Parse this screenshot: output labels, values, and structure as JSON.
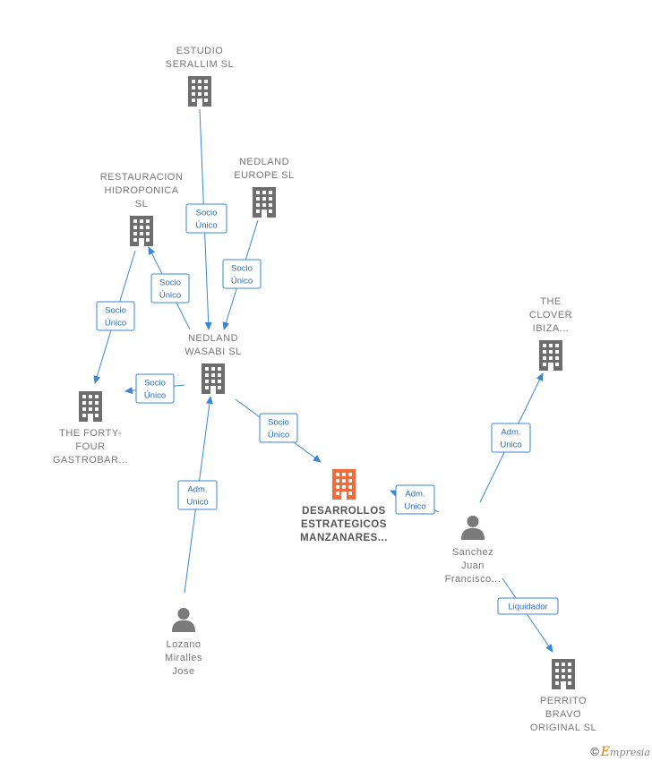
{
  "nodes": [
    {
      "id": "estudio",
      "kind": "company",
      "lines": [
        "ESTUDIO",
        "SERALLIM SL"
      ],
      "main": false
    },
    {
      "id": "restauracion",
      "kind": "company",
      "lines": [
        "RESTAURACION",
        "HIDROPONICA",
        "SL"
      ],
      "main": false
    },
    {
      "id": "nedland_europe",
      "kind": "company",
      "lines": [
        "NEDLAND",
        "EUROPE  SL"
      ],
      "main": false
    },
    {
      "id": "nedland_wasabi",
      "kind": "company",
      "lines": [
        "NEDLAND",
        "WASABI  SL"
      ],
      "main": false
    },
    {
      "id": "forty_four",
      "kind": "company",
      "lines": [
        "THE FORTY-",
        "FOUR",
        "GASTROBAR..."
      ],
      "main": false
    },
    {
      "id": "desarrollos",
      "kind": "company",
      "lines": [
        "DESARROLLOS",
        "ESTRATEGICOS",
        "MANZANARES..."
      ],
      "main": true
    },
    {
      "id": "clover",
      "kind": "company",
      "lines": [
        "THE",
        "CLOVER",
        "IBIZA..."
      ],
      "main": false
    },
    {
      "id": "sanchez",
      "kind": "person",
      "lines": [
        "Sanchez",
        "Juan",
        "Francisco..."
      ],
      "main": false
    },
    {
      "id": "lozano",
      "kind": "person",
      "lines": [
        "Lozano",
        "Miralles",
        "Jose"
      ],
      "main": false
    },
    {
      "id": "perrito",
      "kind": "company",
      "lines": [
        "PERRITO",
        "BRAVO",
        "ORIGINAL SL"
      ],
      "main": false
    }
  ],
  "edges": [
    {
      "from": "estudio",
      "to": "nedland_wasabi",
      "label": [
        "Socio",
        "Único"
      ]
    },
    {
      "from": "nedland_europe",
      "to": "nedland_wasabi",
      "label": [
        "Socio",
        "Único"
      ]
    },
    {
      "from": "nedland_wasabi",
      "to": "restauracion",
      "label": [
        "Socio",
        "Único"
      ]
    },
    {
      "from": "restauracion",
      "to": "forty_four",
      "label": [
        "Socio",
        "Único"
      ]
    },
    {
      "from": "nedland_wasabi",
      "to": "forty_four",
      "label": [
        "Socio",
        "Único"
      ]
    },
    {
      "from": "nedland_wasabi",
      "to": "desarrollos",
      "label": [
        "Socio",
        "Único"
      ]
    },
    {
      "from": "lozano",
      "to": "nedland_wasabi",
      "label": [
        "Adm.",
        "Unico"
      ]
    },
    {
      "from": "sanchez",
      "to": "desarrollos",
      "label": [
        "Adm.",
        "Unico"
      ]
    },
    {
      "from": "sanchez",
      "to": "clover",
      "label": [
        "Adm.",
        "Unico"
      ]
    },
    {
      "from": "sanchez",
      "to": "perrito",
      "label": [
        "Liquidador"
      ]
    }
  ],
  "colors": {
    "edge": "#3a86d4",
    "company": "#6d6d6d",
    "main_company": "#f26b3a",
    "person": "#7a7a7a"
  },
  "footer": {
    "copyright_symbol": "©",
    "brand_first": "E",
    "brand_rest": "mpresia"
  }
}
